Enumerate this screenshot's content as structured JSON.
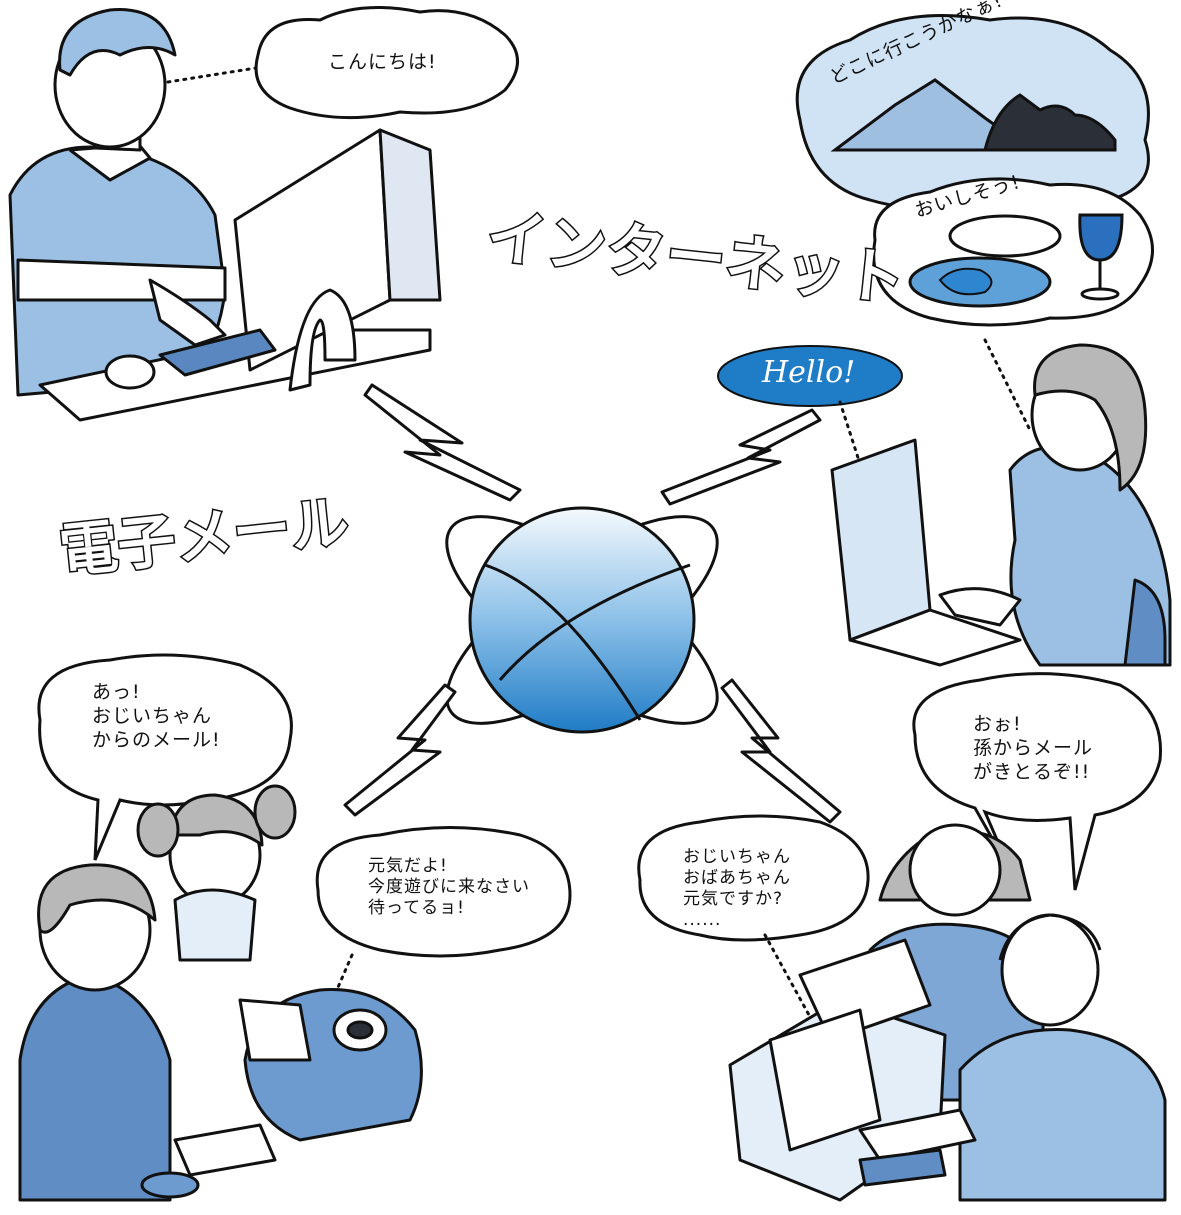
{
  "titles": {
    "internet": "インターネット",
    "email": "電子メール"
  },
  "bubbles": {
    "man_greeting": "こんにちは!",
    "where_to_go": "どこに行こうかなぁ!",
    "looks_tasty": "おいしそう!",
    "hello": "Hello!",
    "girl_line1": "あっ!",
    "girl_line2": "おじいちゃん",
    "girl_line3": "からのメール!",
    "mother_line1": "元気だよ!",
    "mother_line2": "今度遊びに来なさい",
    "mother_line3": "待ってるョ!",
    "screen_line1": "おじいちゃん",
    "screen_line2": "おばあちゃん",
    "screen_line3": "元気ですか?",
    "screen_line4": "......",
    "grandpa_line1": "おぉ!",
    "grandpa_line2": "孫からメール",
    "grandpa_line3": "がきとるぞ!!"
  },
  "colors": {
    "light_blue": "#cfe3f5",
    "mid_blue": "#8fb6dd",
    "globe_blue": "#3a8fd4",
    "dark_blue": "#1f6db3",
    "outline": "#111111"
  }
}
